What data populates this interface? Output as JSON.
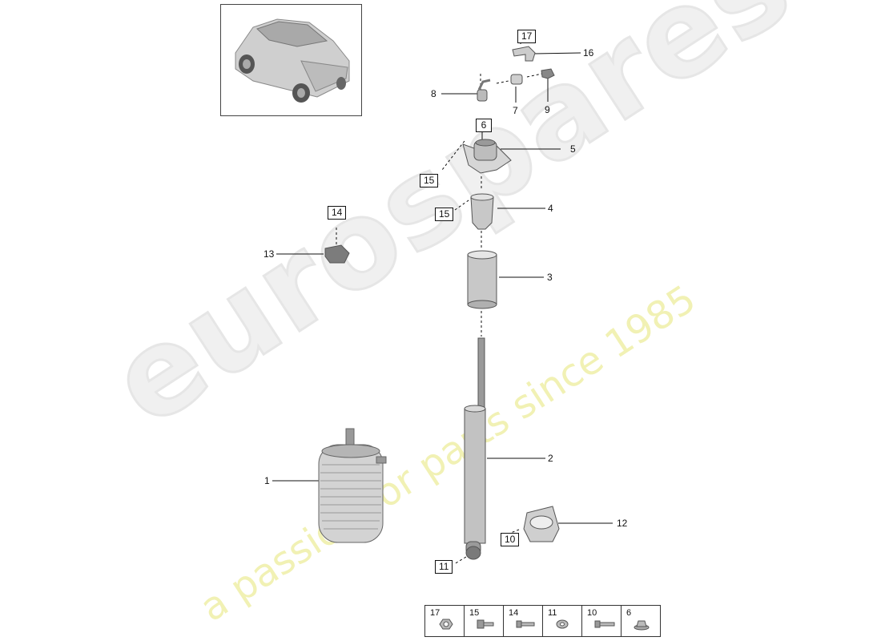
{
  "watermark": {
    "brand": "eurospares",
    "tagline": "a passion for parts since 1985"
  },
  "callouts": {
    "c1": "1",
    "c2": "2",
    "c3": "3",
    "c4": "4",
    "c5": "5",
    "c7": "7",
    "c8": "8",
    "c9": "9",
    "c12": "12",
    "c13": "13",
    "c16": "16"
  },
  "boxed": {
    "b17": "17",
    "b6": "6",
    "b15a": "15",
    "b15b": "15",
    "b14": "14",
    "b10": "10",
    "b11": "11"
  },
  "legend": [
    "17",
    "15",
    "14",
    "11",
    "10",
    "6"
  ],
  "colors": {
    "line": "#111111",
    "part_fill": "#d9d9d9",
    "part_dark": "#9a9a9a",
    "watermark_grey": "#efefef",
    "watermark_yellow": "#f1f1b4"
  }
}
